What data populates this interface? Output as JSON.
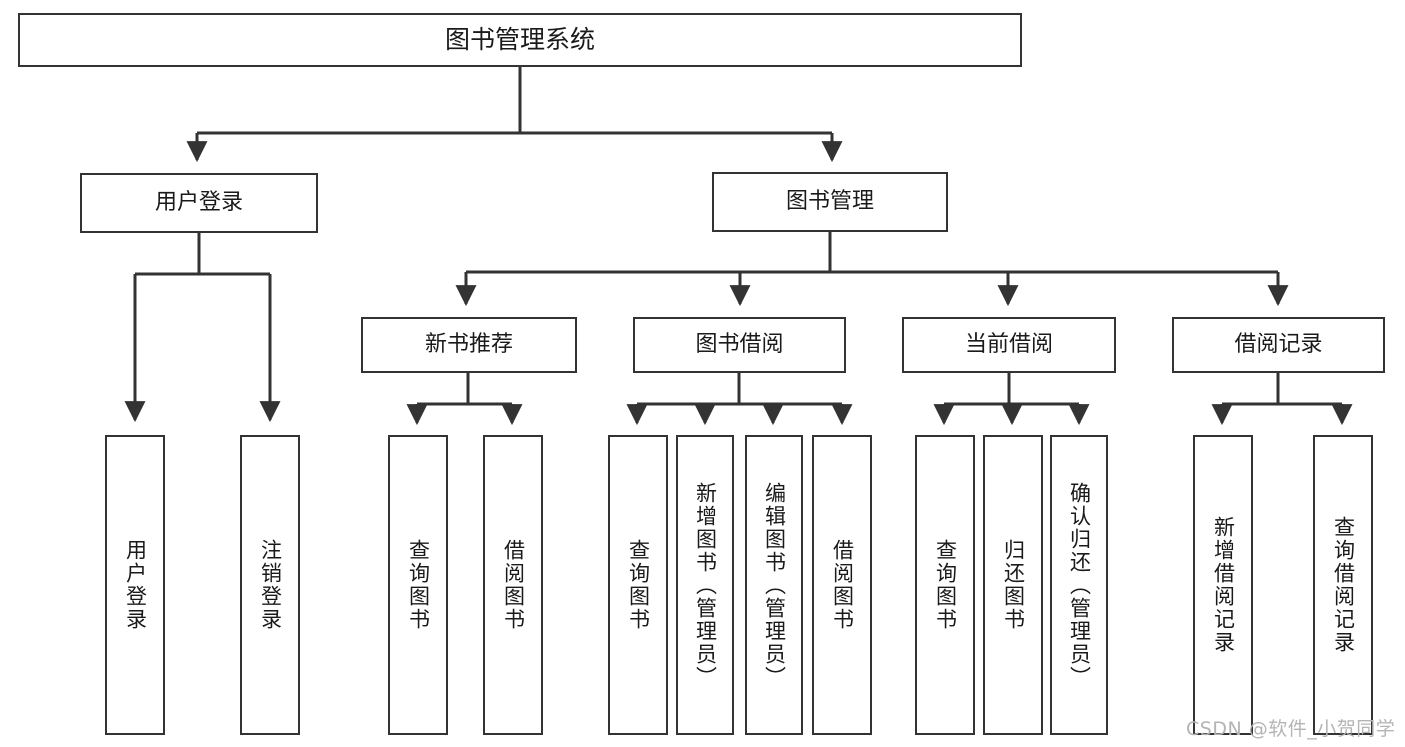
{
  "diagram": {
    "title": "图书管理系统",
    "watermark": "CSDN @软件_小贺同学",
    "line_color": "#333333",
    "box_fill": "#ffffff",
    "text_color": "#1a1a1a",
    "watermark_color": "#b4b4b4",
    "nodes": {
      "root": "图书管理系统",
      "l2": {
        "user_login": "用户登录",
        "book_manage": "图书管理"
      },
      "l3": {
        "new_book_rec": "新书推荐",
        "book_borrow": "图书借阅",
        "current_borrow": "当前借阅",
        "borrow_record": "借阅记录"
      },
      "leaves": {
        "user_login_1": "用户登录",
        "user_login_2": "注销登录",
        "new_book_rec_1": "查询图书",
        "new_book_rec_2": "借阅图书",
        "book_borrow_1": "查询图书",
        "book_borrow_2": "新增图书（管理员）",
        "book_borrow_3": "编辑图书（管理员）",
        "book_borrow_4": "借阅图书",
        "current_borrow_1": "查询图书",
        "current_borrow_2": "归还图书",
        "current_borrow_3": "确认归还（管理员）",
        "borrow_record_1": "新增借阅记录",
        "borrow_record_2": "查询借阅记录"
      }
    }
  }
}
